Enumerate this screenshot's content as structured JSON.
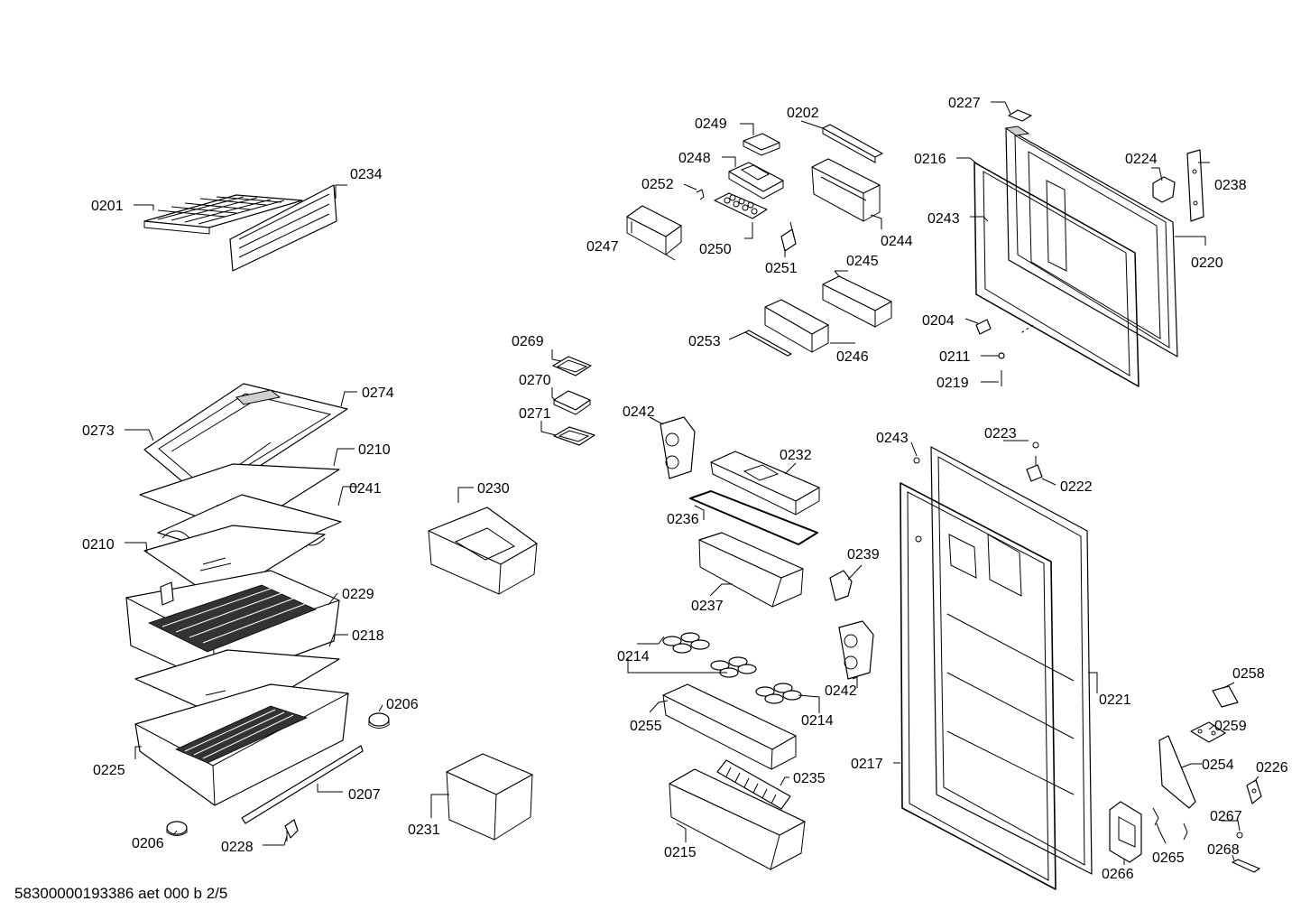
{
  "footer": {
    "doc_ref": "58300000193386 aet 000 b 2/5"
  },
  "parts": {
    "p0201": "0201",
    "p0202": "0202",
    "p0204": "0204",
    "p0206a": "0206",
    "p0206b": "0206",
    "p0207": "0207",
    "p0210a": "0210",
    "p0210b": "0210",
    "p0211": "0211",
    "p0214a": "0214",
    "p0214b": "0214",
    "p0215": "0215",
    "p0216": "0216",
    "p0217": "0217",
    "p0218": "0218",
    "p0219": "0219",
    "p0220": "0220",
    "p0221": "0221",
    "p0222": "0222",
    "p0223": "0223",
    "p0224": "0224",
    "p0225": "0225",
    "p0226": "0226",
    "p0227": "0227",
    "p0228": "0228",
    "p0229": "0229",
    "p0230": "0230",
    "p0231": "0231",
    "p0232": "0232",
    "p0234": "0234",
    "p0235": "0235",
    "p0236": "0236",
    "p0237": "0237",
    "p0238": "0238",
    "p0239": "0239",
    "p0241": "0241",
    "p0242a": "0242",
    "p0242b": "0242",
    "p0243a": "0243",
    "p0243b": "0243",
    "p0244": "0244",
    "p0245": "0245",
    "p0246": "0246",
    "p0247": "0247",
    "p0248": "0248",
    "p0249": "0249",
    "p0250": "0250",
    "p0251": "0251",
    "p0252": "0252",
    "p0253": "0253",
    "p0254": "0254",
    "p0255": "0255",
    "p0258": "0258",
    "p0259": "0259",
    "p0265": "0265",
    "p0266": "0266",
    "p0267": "0267",
    "p0268": "0268",
    "p0269": "0269",
    "p0270": "0270",
    "p0271": "0271",
    "p0273": "0273",
    "p0274": "0274"
  }
}
